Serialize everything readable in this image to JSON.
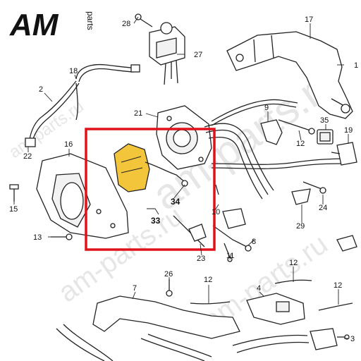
{
  "logo": {
    "main": "AM",
    "sub": "parts"
  },
  "watermark": {
    "text_1": "am-parts.ru",
    "text_2": "am-parts.ru",
    "text_3": "am-parts.ru",
    "text_4": "am-parts.ru"
  },
  "callouts": {
    "n28": "28",
    "n27": "27",
    "n17": "17",
    "n1": "1",
    "n18": "18",
    "n2": "2",
    "n21": "21",
    "n9": "9",
    "n35": "35",
    "n19": "19",
    "n22": "22",
    "n16": "16",
    "n12a": "12",
    "n15": "15",
    "n34": "34",
    "n33": "33",
    "n10": "10",
    "n24": "24",
    "n8": "8",
    "n29": "29",
    "n13": "13",
    "n23": "23",
    "n11": "11",
    "n26": "26",
    "n7": "7",
    "n12b": "12",
    "n4": "4",
    "n12c": "12",
    "n12d": "12",
    "n3": "3"
  },
  "highlight": {
    "color": "#e0111b",
    "label_color": "#f3c53a"
  }
}
